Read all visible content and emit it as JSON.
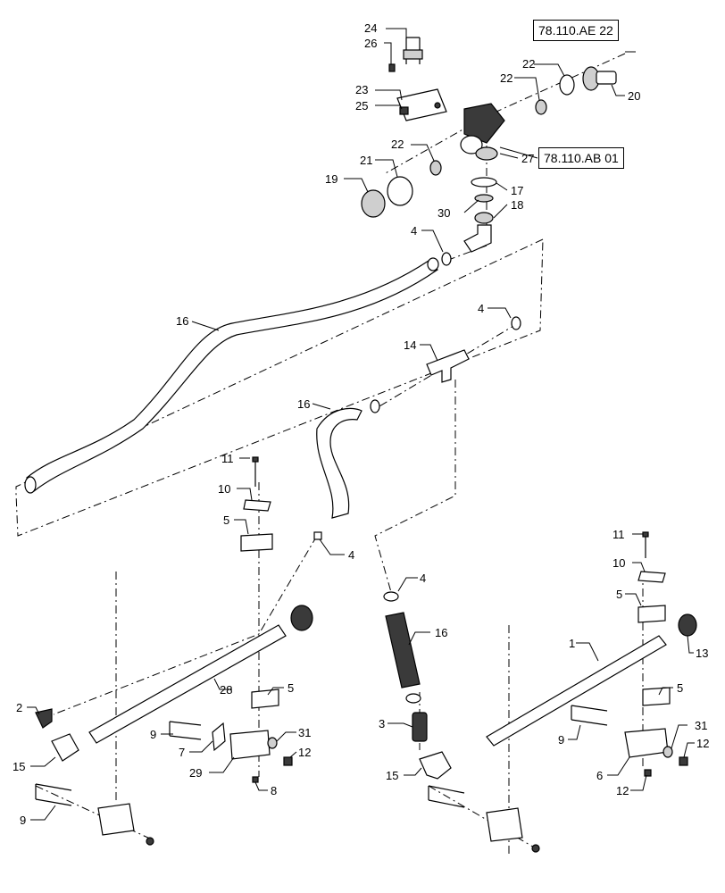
{
  "references": {
    "top": "78.110.AE 22",
    "valve": "78.110.AB 01"
  },
  "callouts": [
    {
      "id": "c24",
      "text": "24"
    },
    {
      "id": "c26",
      "text": "26"
    },
    {
      "id": "c23",
      "text": "23"
    },
    {
      "id": "c25",
      "text": "25"
    },
    {
      "id": "c22a",
      "text": "22"
    },
    {
      "id": "c22b",
      "text": "22"
    },
    {
      "id": "c20",
      "text": "20"
    },
    {
      "id": "c22c",
      "text": "22"
    },
    {
      "id": "c27",
      "text": "27"
    },
    {
      "id": "c21",
      "text": "21"
    },
    {
      "id": "c19",
      "text": "19"
    },
    {
      "id": "c17",
      "text": "17"
    },
    {
      "id": "c30",
      "text": "30"
    },
    {
      "id": "c18",
      "text": "18"
    },
    {
      "id": "c4a",
      "text": "4"
    },
    {
      "id": "c16a",
      "text": "16"
    },
    {
      "id": "c4b",
      "text": "4"
    },
    {
      "id": "c14",
      "text": "14"
    },
    {
      "id": "c16b",
      "text": "16"
    },
    {
      "id": "c11a",
      "text": "11"
    },
    {
      "id": "c10a",
      "text": "10"
    },
    {
      "id": "c5a",
      "text": "5"
    },
    {
      "id": "c4c",
      "text": "4"
    },
    {
      "id": "c4d",
      "text": "4"
    },
    {
      "id": "c16c",
      "text": "16"
    },
    {
      "id": "c11b",
      "text": "11"
    },
    {
      "id": "c10b",
      "text": "10"
    },
    {
      "id": "c5b",
      "text": "5"
    },
    {
      "id": "c1",
      "text": "1"
    },
    {
      "id": "c13",
      "text": "13"
    },
    {
      "id": "c28",
      "text": "28"
    },
    {
      "id": "c5c",
      "text": "5"
    },
    {
      "id": "c5d",
      "text": "5"
    },
    {
      "id": "c2",
      "text": "2"
    },
    {
      "id": "c9a",
      "text": "9"
    },
    {
      "id": "c7",
      "text": "7"
    },
    {
      "id": "c31a",
      "text": "31"
    },
    {
      "id": "c12a",
      "text": "12"
    },
    {
      "id": "c15a",
      "text": "15"
    },
    {
      "id": "c29",
      "text": "29"
    },
    {
      "id": "c8",
      "text": "8"
    },
    {
      "id": "c3",
      "text": "3"
    },
    {
      "id": "c15b",
      "text": "15"
    },
    {
      "id": "c9b",
      "text": "9"
    },
    {
      "id": "c31b",
      "text": "31"
    },
    {
      "id": "c12b",
      "text": "12"
    },
    {
      "id": "c6",
      "text": "6"
    },
    {
      "id": "c12c",
      "text": "12"
    },
    {
      "id": "c9c",
      "text": "9"
    }
  ]
}
